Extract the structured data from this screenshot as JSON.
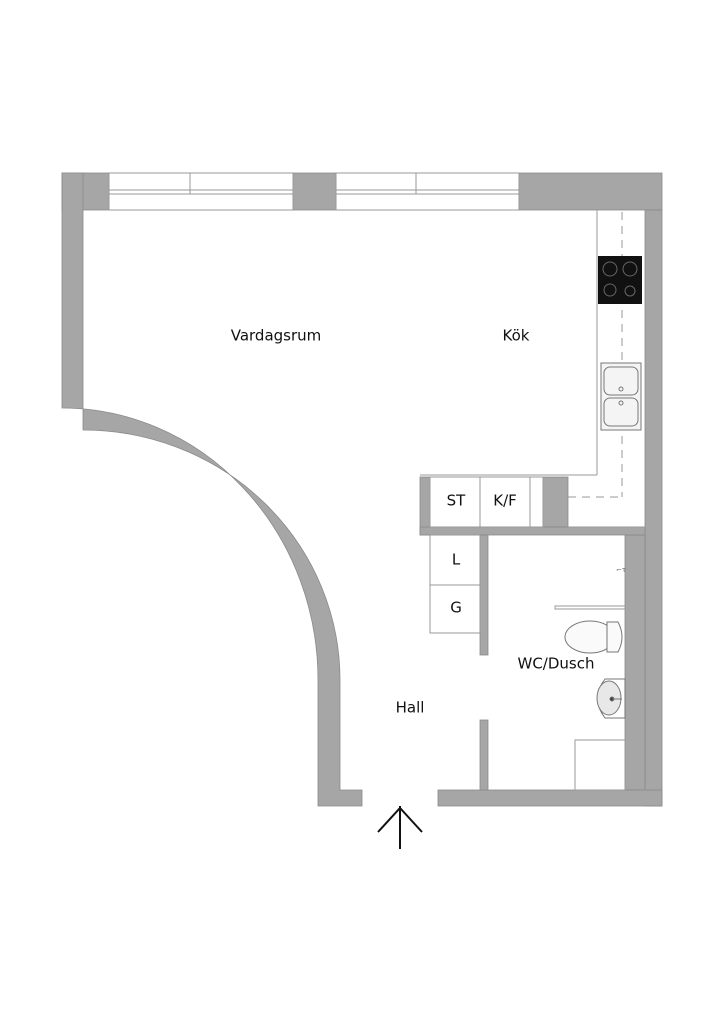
{
  "rooms": {
    "living": "Vardagsrum",
    "kitchen": "Kök",
    "hall": "Hall",
    "bathroom": "WC/Dusch"
  },
  "fixtures": {
    "stove_cabinet": "ST",
    "fridge_freezer": "K/F",
    "closet_l": "L",
    "closet_g": "G"
  },
  "colors": {
    "wall": "#a6a6a6",
    "stove": "#111111"
  },
  "icons": {
    "entrance": "entrance-arrow-icon"
  }
}
